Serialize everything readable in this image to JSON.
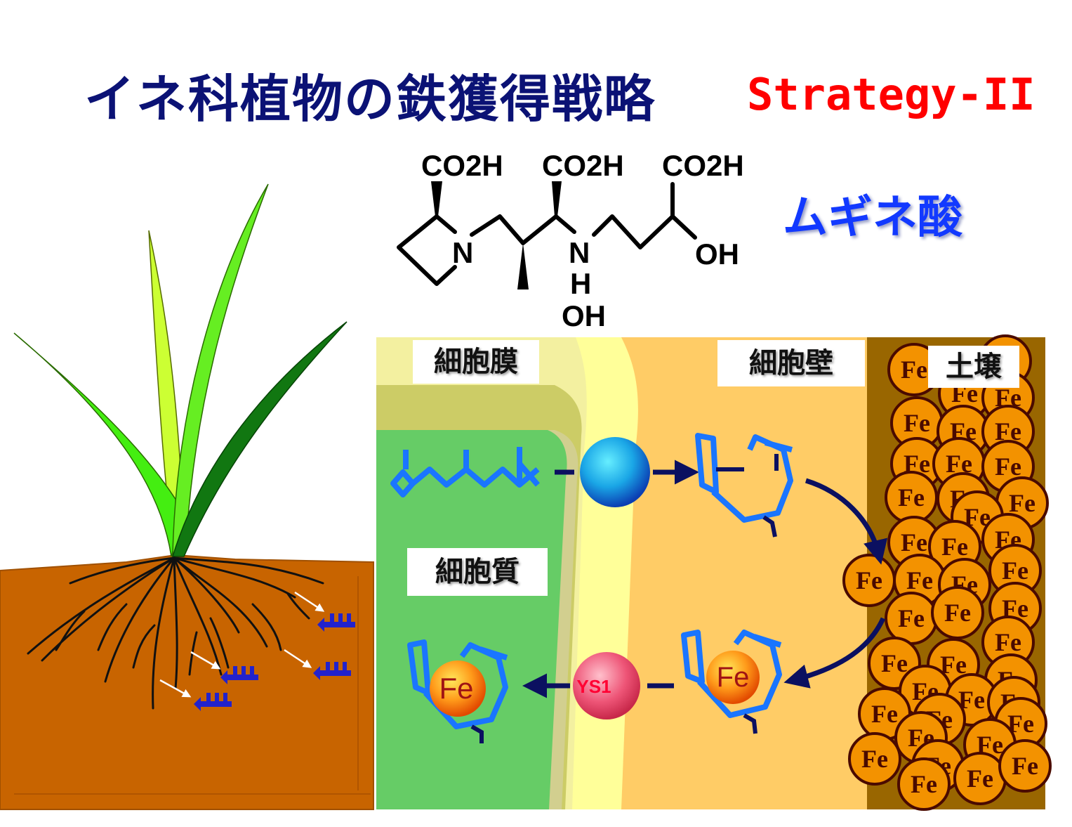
{
  "title": {
    "japanese": "イネ科植物の鉄獲得戦略",
    "english": "Strategy-II"
  },
  "molecule": {
    "name": "ムギネ酸",
    "carboxyl_1": "CO2H",
    "carboxyl_2": "CO2H",
    "carboxyl_3": "CO2H",
    "n_ring": "N",
    "n_chain": "N",
    "h_chain": "H",
    "oh_bottom": "OH",
    "oh_right": "OH"
  },
  "compartments": {
    "membrane": "細胞膜",
    "cell_wall": "細胞壁",
    "soil": "土壌",
    "cytoplasm": "細胞質"
  },
  "transporter": {
    "name": "YS1"
  },
  "iron_label": "Fe",
  "colors": {
    "title": "#0b1275",
    "strategy": "#ff0000",
    "mugineic": "#1239ff",
    "soil_brown": "#c86400",
    "cytoplasm_green": "#66cc66",
    "membrane_yellow": "#ffff99",
    "cell_wall_orange": "#ffcc66",
    "iron_orange": "#f39200",
    "arrow_navy": "#0b1060",
    "ligand_blue": "#1a75ff"
  }
}
